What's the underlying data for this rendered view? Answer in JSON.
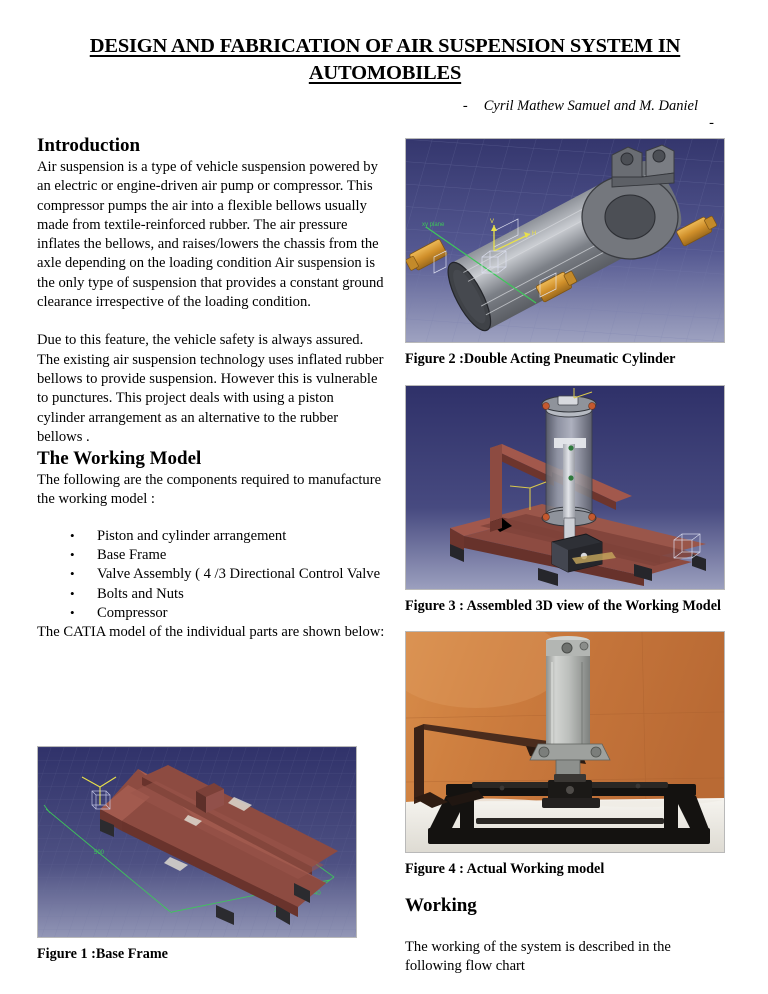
{
  "document": {
    "title": "DESIGN AND FABRICATION OF AIR SUSPENSION SYSTEM IN AUTOMOBILES",
    "byline_dash": "-",
    "byline_authors": "Cyril Mathew Samuel and M. Daniel",
    "byline_trailing_dash": "-"
  },
  "sections": {
    "introduction": {
      "heading": "Introduction",
      "paragraph_1": "Air suspension is a type of vehicle suspension powered by an electric or engine-driven air pump or compressor. This compressor pumps the air into a flexible bellows usually made from textile-reinforced rubber. The air pressure inflates the bellows, and raises/lowers  the chassis from the axle depending on the loading condition Air suspension is the only type of suspension that provides a constant ground clearance irrespective of the loading condition.",
      "paragraph_2": "Due to this feature, the vehicle safety is always assured. The existing air suspension technology uses inflated rubber bellows to provide suspension. However this is vulnerable to punctures. This project deals with using a piston cylinder arrangement as an alternative to the rubber bellows ."
    },
    "working_model": {
      "heading": "The Working Model",
      "intro": "The following are the components required to manufacture the working model :",
      "components": [
        "Piston and cylinder arrangement",
        "Base Frame",
        "Valve Assembly ( 4 /3 Directional Control Valve",
        "Bolts and Nuts",
        "Compressor"
      ],
      "catia_note": "The CATIA model of the individual parts are shown below:"
    },
    "working": {
      "heading": "Working",
      "paragraph": "The working of the system is described in the following flow chart"
    }
  },
  "figures": [
    {
      "id": "figure-1",
      "caption": "Figure 1 :Base Frame",
      "kind": "cad-render",
      "description": "CATIA isometric render of a rectangular steel base frame with green dimension lines"
    },
    {
      "id": "figure-2",
      "caption": "Figure 2 :Double Acting Pneumatic Cylinder",
      "kind": "cad-render",
      "description": "CATIA render of a double acting pneumatic cylinder with two gold port fittings and a mounting clevis"
    },
    {
      "id": "figure-3",
      "caption": "Figure 3 : Assembled 3D view of the Working Model",
      "kind": "cad-render",
      "description": "CATIA render of the assembled working model: base frame, upright cylinder, piston rod and valve block"
    },
    {
      "id": "figure-4",
      "caption": "Figure 4 : Actual Working model",
      "kind": "photograph",
      "description": "Photograph of the fabricated working model on a wooden surface with white cloth"
    }
  ],
  "palette": {
    "cad_background_top": "#33356b",
    "cad_background_bottom": "#8f93b5",
    "cad_frame_metal": "#8d4b41",
    "cad_cylinder_gray": "#6f7278",
    "cad_port_gold": "#d79a33",
    "cad_dimension_green": "#3ec75a",
    "cad_axis_yellow": "#e8e04a",
    "photo_wood": "#c8773a",
    "photo_cloth": "#f2efe9",
    "photo_frame_black": "#171412",
    "photo_cylinder_silver": "#b9bbb8",
    "page_background": "#ffffff",
    "text": "#000000"
  }
}
